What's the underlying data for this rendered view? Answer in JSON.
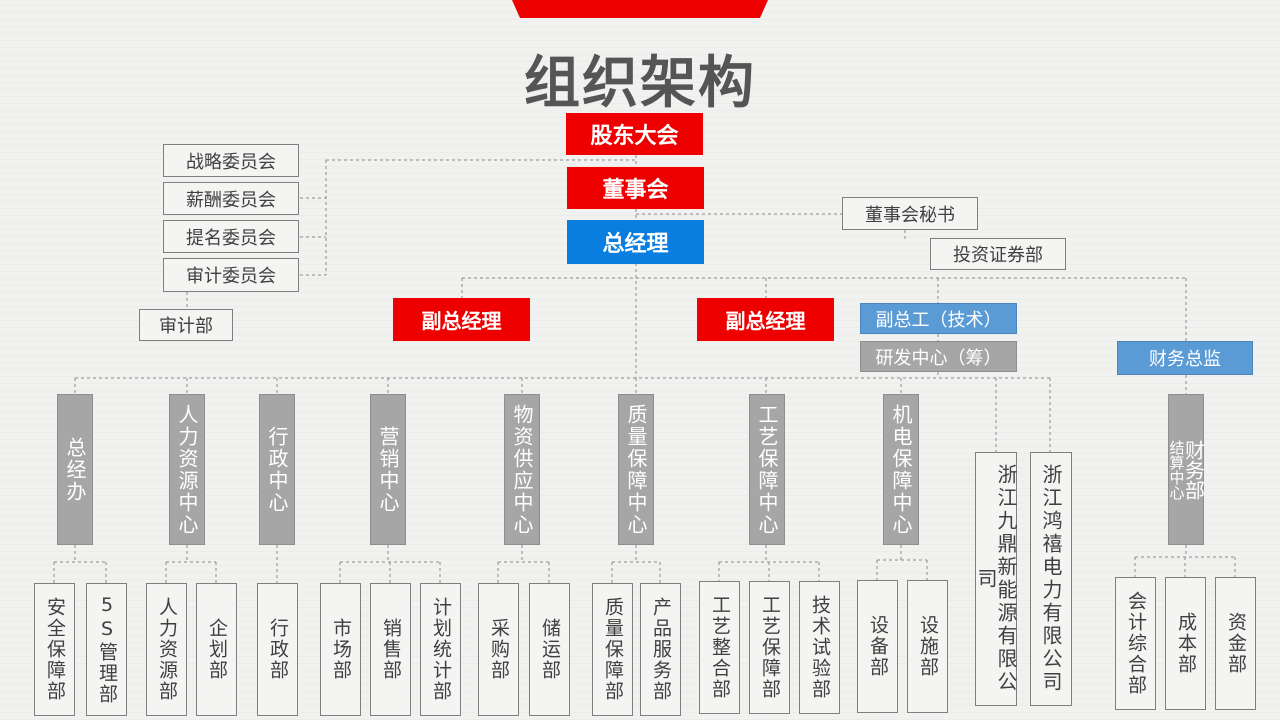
{
  "title": "组织架构",
  "top": {
    "shareholders": "股东大会",
    "board": "董事会",
    "gm": "总经理"
  },
  "committees": [
    "战略委员会",
    "薪酬委员会",
    "提名委员会",
    "审计委员会"
  ],
  "audit_dept": "审计部",
  "board_secretary": "董事会秘书",
  "securities_dept": "投资证券部",
  "vice_gm_1": "副总经理",
  "vice_gm_2": "副总经理",
  "deputy_chief_engineer": "副总工（技术）",
  "rd_center": "研发中心（筹）",
  "cfo": "财务总监",
  "departments": {
    "general_office": "总经办",
    "hr_center": "人力资源中心",
    "admin_center": "行政中心",
    "marketing_center": "营销中心",
    "supply_center": "物资供应中心",
    "quality_center": "质量保障中心",
    "process_center": "工艺保障中心",
    "electromech_center": "机电保障中心",
    "sub_jiuding": "浙江九鼎新能源有限公司",
    "sub_hongxi": "浙江鸿禧电力有限公司",
    "finance_top": "财务部",
    "finance_bottom": "结算中心"
  },
  "sub_departments": {
    "safety": "安全保障部",
    "fives": "5S管理部",
    "hr_dept": "人力资源部",
    "planning": "企划部",
    "admin_dept": "行政部",
    "market": "市场部",
    "sales": "销售部",
    "plan_stats": "计划统计部",
    "purchase": "采购部",
    "storage": "储运部",
    "quality_dept": "质量保障部",
    "product_service": "产品服务部",
    "process_integration": "工艺整合部",
    "process_assurance": "工艺保障部",
    "tech_test": "技术试验部",
    "equipment": "设备部",
    "facilities": "设施部",
    "accounting": "会计综合部",
    "cost": "成本部",
    "funds": "资金部"
  },
  "colors": {
    "accent_red": "#ee0000",
    "gm_blue": "#0a7ee0",
    "light_blue": "#5b9bd5",
    "dept_gray": "#a6a6a6",
    "title_gray": "#555555"
  }
}
